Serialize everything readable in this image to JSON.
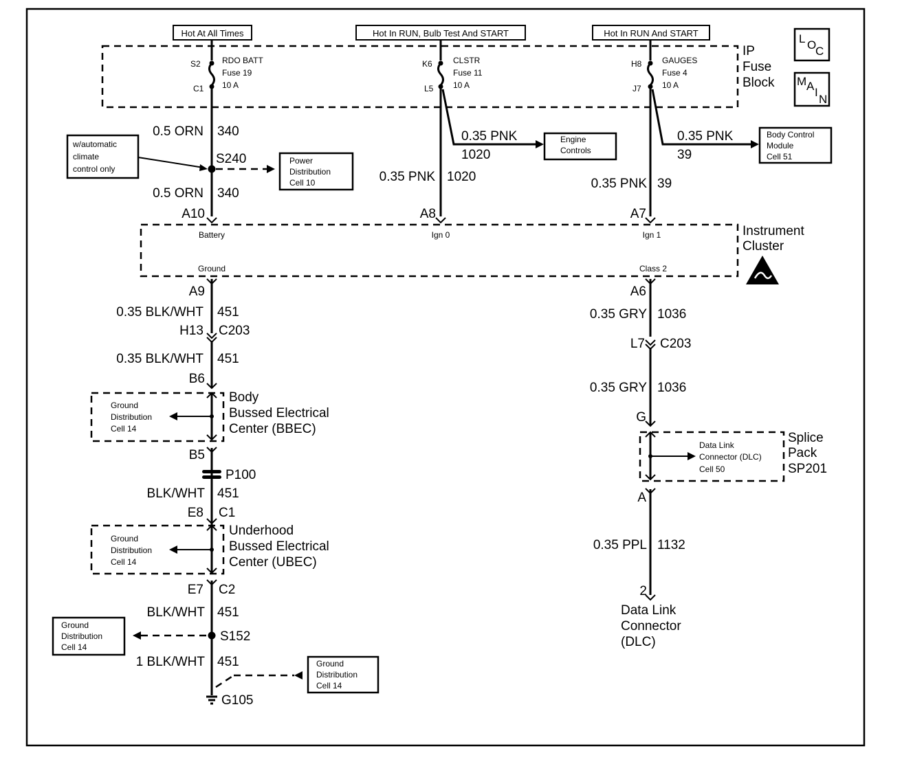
{
  "power_headers": {
    "always": "Hot At All Times",
    "run_bulb_start": "Hot In RUN, Bulb Test And START",
    "run_start": "Hot In RUN And START"
  },
  "legend_icons": {
    "loc_l": "L",
    "loc_o": "O",
    "loc_c": "C",
    "main_m": "M",
    "main_a": "A",
    "main_i": "I",
    "main_n": "N"
  },
  "fuse_block": {
    "line1": "IP",
    "line2": "Fuse",
    "line3": "Block"
  },
  "fuses": [
    {
      "in_pin": "S2",
      "out_pin": "C1",
      "name": "RDO BATT",
      "number": "Fuse 19",
      "rating": "10 A"
    },
    {
      "in_pin": "K6",
      "out_pin": "L5",
      "name": "CLSTR",
      "number": "Fuse 11",
      "rating": "10 A"
    },
    {
      "in_pin": "H8",
      "out_pin": "J7",
      "name": "GAUGES",
      "number": "Fuse 4",
      "rating": "10 A"
    }
  ],
  "left_circuit": {
    "wire1": {
      "size": "0.5 ORN",
      "circuit": "340"
    },
    "splice": "S240",
    "note": [
      "w/automatic",
      "climate",
      "control only"
    ],
    "power_ref": [
      "Power",
      "Distribution",
      "Cell 10"
    ],
    "wire2": {
      "size": "0.5 ORN",
      "circuit": "340"
    },
    "pin_top": "A10",
    "pin_bottom": "A9",
    "wire3": {
      "size": "0.35 BLK/WHT",
      "circuit": "451"
    },
    "c203_pin": "H13",
    "c203": "C203",
    "wire4": {
      "size": "0.35 BLK/WHT",
      "circuit": "451"
    },
    "bbec_pin_top": "B6",
    "bbec_ref": [
      "Ground",
      "Distribution",
      "Cell 14"
    ],
    "bbec_label": [
      "Body",
      "Bussed Electrical",
      "Center (BBEC)"
    ],
    "bbec_pin_bottom": "B5",
    "p100": "P100",
    "wire5": {
      "size": "BLK/WHT",
      "circuit": "451"
    },
    "ubec_pin_top": "E8",
    "ubec_conn_top": "C1",
    "ubec_ref": [
      "Ground",
      "Distribution",
      "Cell 14"
    ],
    "ubec_label": [
      "Underhood",
      "Bussed Electrical",
      "Center (UBEC)"
    ],
    "ubec_pin_bottom": "E7",
    "ubec_conn_bottom": "C2",
    "wire6": {
      "size": "BLK/WHT",
      "circuit": "451"
    },
    "s152_ref": [
      "Ground",
      "Distribution",
      "Cell 14"
    ],
    "s152": "S152",
    "wire7": {
      "size": "1 BLK/WHT",
      "circuit": "451"
    },
    "g105_ref": [
      "Ground",
      "Distribution",
      "Cell 14"
    ],
    "ground": "G105"
  },
  "middle_circuit": {
    "branch": {
      "size": "0.35 PNK",
      "circuit": "1020"
    },
    "dest": [
      "Engine",
      "Controls"
    ],
    "wire": {
      "size": "0.35 PNK",
      "circuit": "1020"
    },
    "pin": "A8"
  },
  "right_circuit": {
    "branch": {
      "size": "0.35 PNK",
      "circuit": "39"
    },
    "dest": [
      "Body Control",
      "Module",
      "Cell 51"
    ],
    "wire": {
      "size": "0.35 PNK",
      "circuit": "39"
    },
    "pin": "A7",
    "pin_class2": "A6",
    "wire2": {
      "size": "0.35 GRY",
      "circuit": "1036"
    },
    "c203_pin": "L7",
    "c203": "C203",
    "wire3": {
      "size": "0.35 GRY",
      "circuit": "1036"
    },
    "sp_pin_top": "G",
    "sp_ref": [
      "Data Link",
      "Connector (DLC)",
      "Cell 50"
    ],
    "sp_label": [
      "Splice",
      "Pack",
      "SP201"
    ],
    "sp_pin_bottom": "A",
    "wire4": {
      "size": "0.35 PPL",
      "circuit": "1132"
    },
    "dlc_pin": "2",
    "dlc_label": [
      "Data Link",
      "Connector",
      "(DLC)"
    ]
  },
  "cluster": {
    "label": [
      "Instrument",
      "Cluster"
    ],
    "battery": "Battery",
    "ign0": "Ign 0",
    "ign1": "Ign 1",
    "ground": "Ground",
    "class2": "Class 2"
  }
}
